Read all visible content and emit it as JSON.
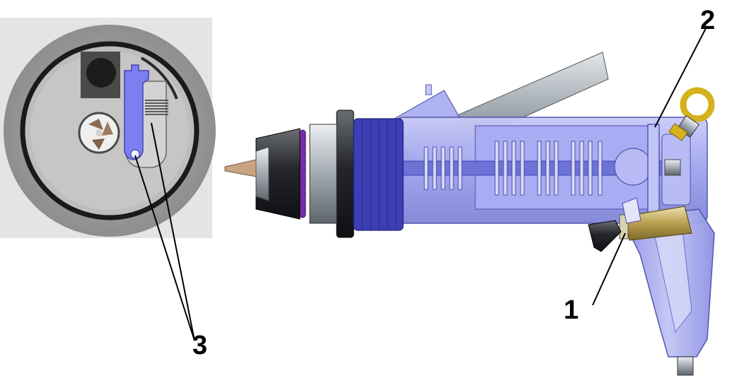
{
  "callouts": {
    "one": "1",
    "two": "2",
    "three": "3"
  },
  "colors": {
    "housing": "#9aa0ee",
    "metal": "#b9bfc6",
    "dark": "#1b1b1f",
    "purple": "#7a2ca8",
    "blue_part": "#7b7ff0",
    "brass": "#c8b26e",
    "gold": "#d4b21c",
    "grey_disc": "#9b9b9b",
    "grey_light": "#c9c9c9"
  },
  "icons": {
    "end_view": "rotor-end-view",
    "tool": "pneumatic-tool-cutaway"
  }
}
